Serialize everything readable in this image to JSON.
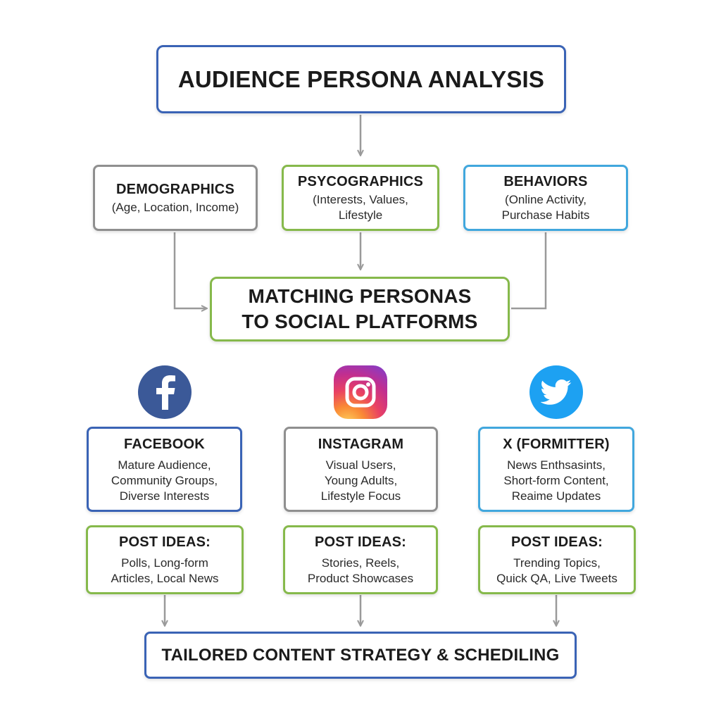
{
  "title": "AUDIENCE PERSONA ANALYSIS",
  "categories": [
    {
      "heading": "DEMOGRAPHICS",
      "lines": [
        "(Age, Location, Income)"
      ]
    },
    {
      "heading": "PSYCOGRAPHICS",
      "lines": [
        "(Interests, Values,",
        "Lifestyle"
      ]
    },
    {
      "heading": "BEHAVIORS",
      "lines": [
        "(Online Activity,",
        "Purchase Habits"
      ]
    }
  ],
  "matching": {
    "line1": "MATCHING PERSONAS",
    "line2": "TO SOCIAL PLATFORMS"
  },
  "platforms": [
    {
      "icon": "facebook-icon",
      "name": "FACEBOOK",
      "lines": [
        "Mature Audience,",
        "Community Groups,",
        "Diverse Interests"
      ],
      "post_heading": "POST IDEAS:",
      "post_lines": [
        "Polls, Long-form",
        "Articles, Local News"
      ]
    },
    {
      "icon": "instagram-icon",
      "name": "INSTAGRAM",
      "lines": [
        "Visual Users,",
        "Young Adults,",
        "Lifestyle Focus"
      ],
      "post_heading": "POST IDEAS:",
      "post_lines": [
        "Stories, Reels,",
        "Product Showcases"
      ]
    },
    {
      "icon": "twitter-bird-icon",
      "name": "X (FORMITTER)",
      "lines": [
        "News Enthsasints,",
        "Short-form Content,",
        "Reaime Updates"
      ],
      "post_heading": "POST IDEAS:",
      "post_lines": [
        "Trending Topics,",
        "Quick QA, Live Tweets"
      ]
    }
  ],
  "bottom": "TAILORED CONTENT STRATEGY & SCHEDILING",
  "colors": {
    "blue_border": "#3a63b5",
    "green_border": "#86b94b",
    "gray_border": "#8f8f8f",
    "sky_border": "#41a7dd",
    "facebook": "#3b5998",
    "twitter": "#1da1f2",
    "connector": "#9a9a9a"
  }
}
